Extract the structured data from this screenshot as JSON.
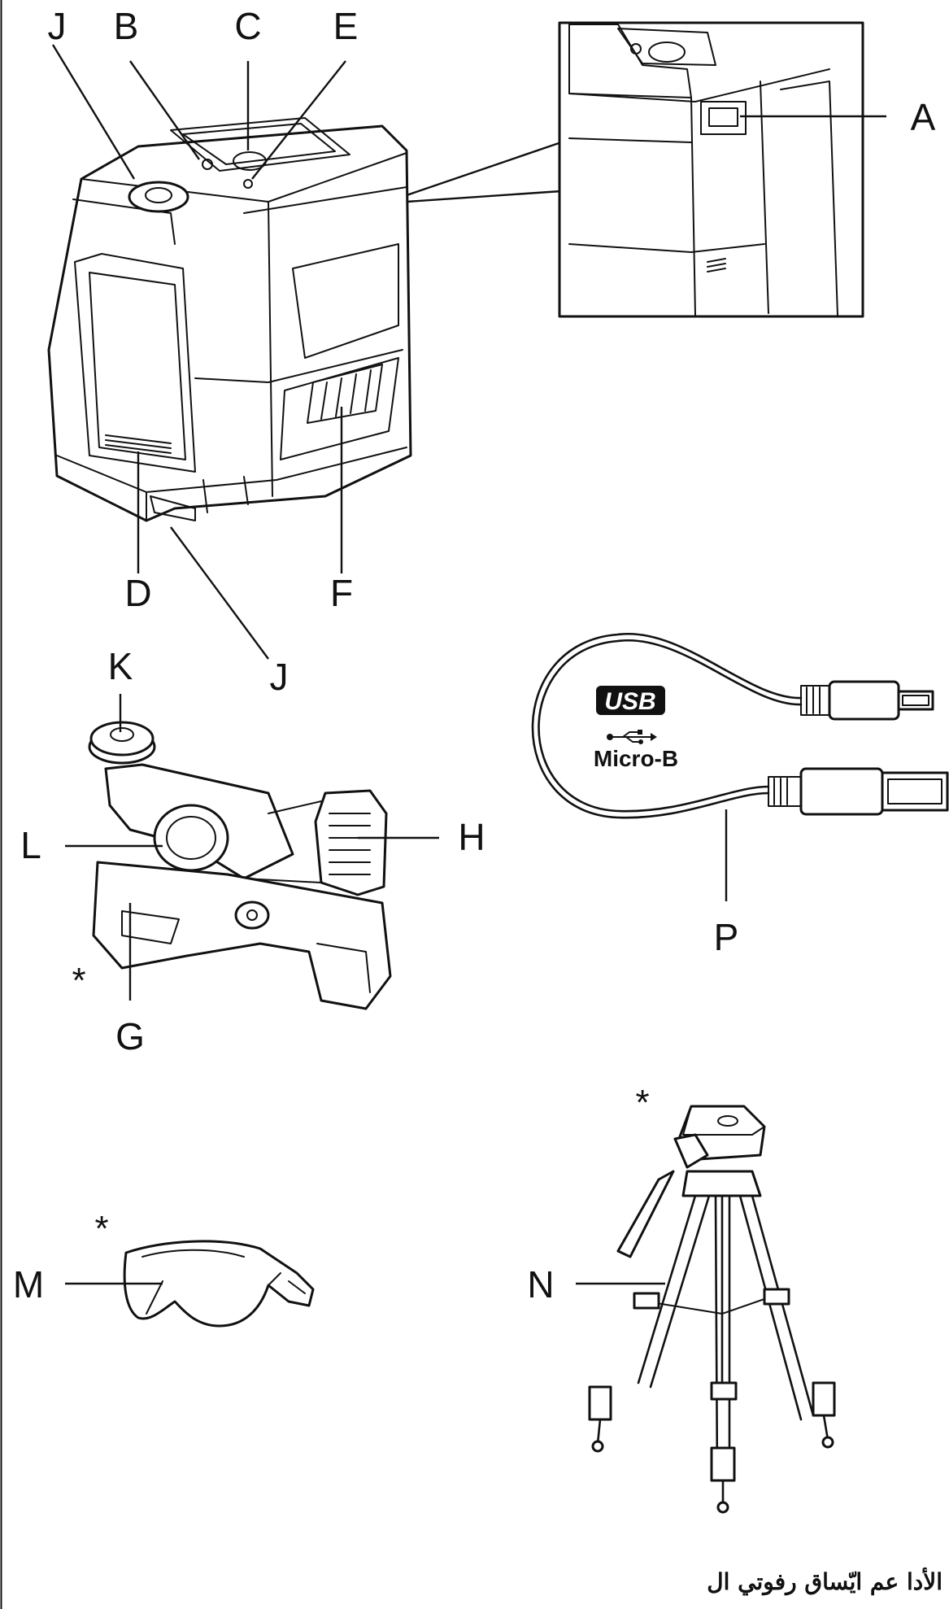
{
  "labels": {
    "A": "A",
    "B": "B",
    "C": "C",
    "D": "D",
    "E": "E",
    "F": "F",
    "G": "G",
    "H": "H",
    "J": "J",
    "K": "K",
    "L": "L",
    "M": "M",
    "N": "N",
    "P": "P"
  },
  "optional_marker": "*",
  "cable": {
    "badge": "USB",
    "type": "Micro-B"
  },
  "footer_text": "الأدا عم ايّساق رفوتي ال",
  "colors": {
    "ink": "#111111",
    "paper": "#ffffff"
  },
  "icons": [
    "usb-icon"
  ]
}
